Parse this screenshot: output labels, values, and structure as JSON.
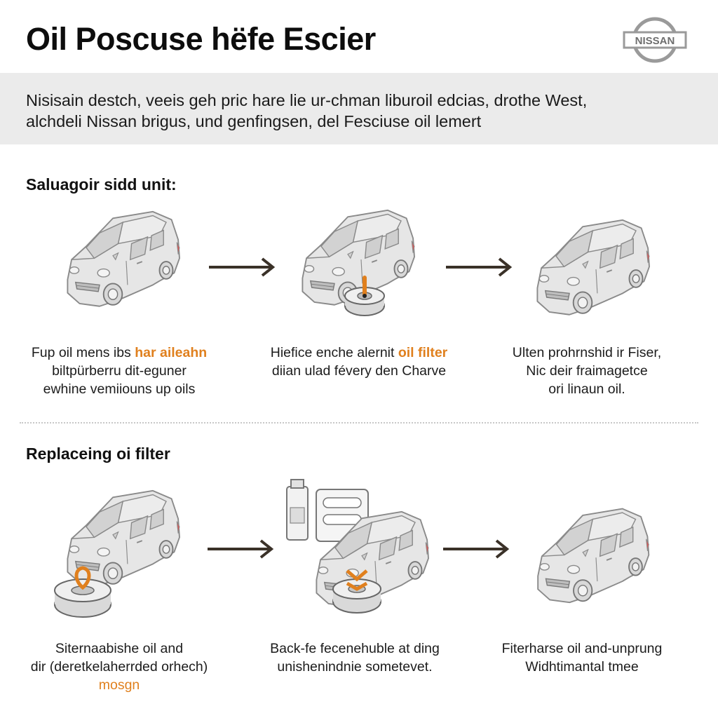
{
  "header": {
    "title": "Oil Poscuse hëfe Escier",
    "logo_text": "NISSAN"
  },
  "intro": {
    "line1": "Nisisain destch, veeis geh pric hare lie ur-chman liburoil edcias, drothe West,",
    "line2": "alchdeli Nissan brigus, und genfingsen, del Fesciuse oil lemert"
  },
  "section1": {
    "title": "Saluagoir sidd unit:",
    "steps": [
      {
        "line1_pre": "Fup oil mens ibs ",
        "line1_hl": "har aileahn",
        "line2": "biltpürberru dit-eguner",
        "line3": "ewhine vemiiouns up oils"
      },
      {
        "line1_pre": "Hiefice enche alernit ",
        "line1_hl": "oil filter",
        "line2": "diian ulad févery den Charve"
      },
      {
        "line1": "Ulten prohrnshid ir Fiser,",
        "line2": "Nic deir fraimagetce",
        "line3": "ori linaun oil."
      }
    ]
  },
  "section2": {
    "title": "Replaceing oi filter",
    "steps": [
      {
        "line1": "Siternaabishe oil and",
        "line2": "dir (deretkelaherrded orhech)",
        "line3_hl": "mosgn"
      },
      {
        "line1": "Back-fe fecenehuble at ding",
        "line2": "unishenindnie sometevet."
      },
      {
        "line1": "Fiterharse oil and-unprung",
        "line2": "Widhtimantal tmee"
      }
    ]
  },
  "colors": {
    "accent": "#e0801e",
    "band": "#ebebeb",
    "arrow": "#3a3128",
    "car_fill": "#e4e4e4",
    "car_stroke": "#8c8c8c"
  }
}
